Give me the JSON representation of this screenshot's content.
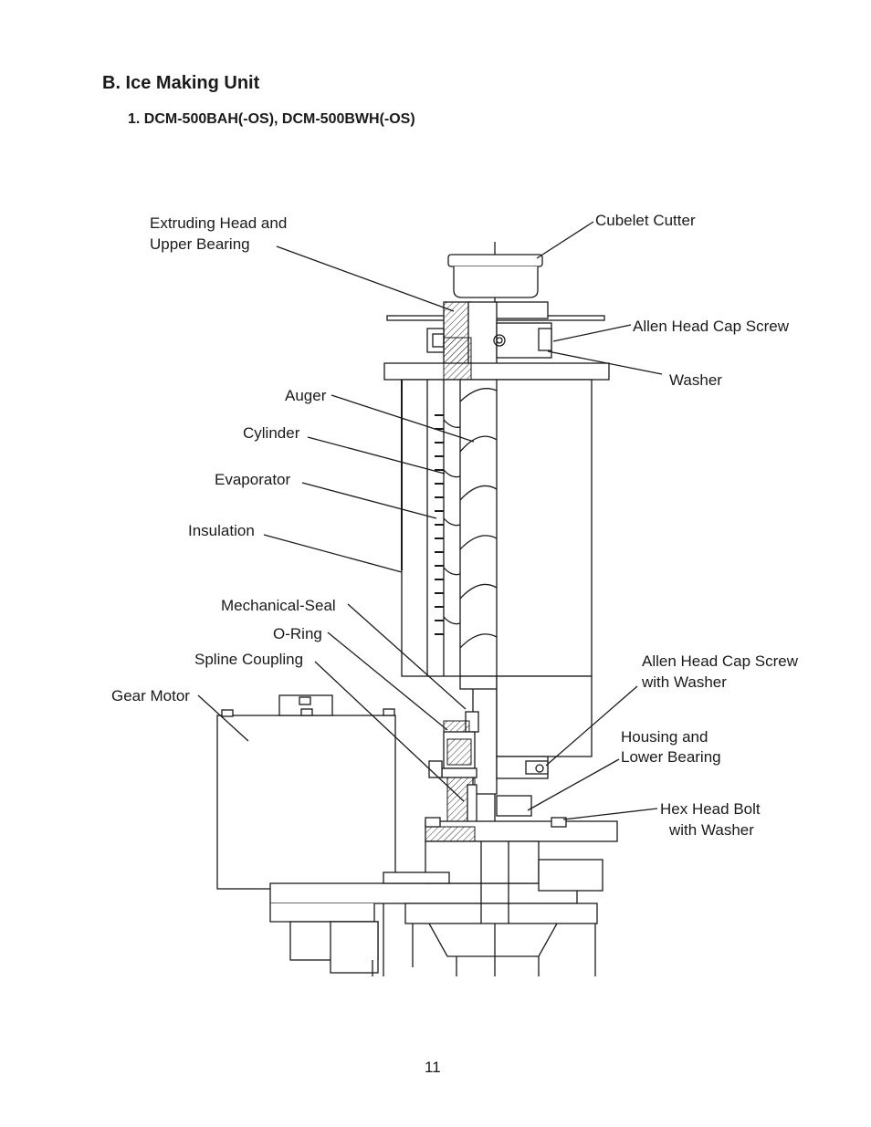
{
  "heading": "B. Ice Making Unit",
  "subheading": "1. DCM-500BAH(-OS), DCM-500BWH(-OS)",
  "page_number": "11",
  "labels": {
    "extruding_head_1": "Extruding Head and",
    "extruding_head_2": "Upper Bearing",
    "cubelet_cutter": "Cubelet Cutter",
    "allen_head_cap_screw": "Allen Head Cap Screw",
    "washer": "Washer",
    "auger": "Auger",
    "cylinder": "Cylinder",
    "evaporator": "Evaporator",
    "insulation": "Insulation",
    "mechanical_seal": "Mechanical-Seal",
    "o_ring": "O-Ring",
    "spline_coupling": "Spline Coupling",
    "gear_motor": "Gear Motor",
    "allen_screw_washer_1": "Allen Head Cap Screw",
    "allen_screw_washer_2": "with Washer",
    "housing_1": "Housing and",
    "housing_2": "Lower Bearing",
    "hex_bolt_1": "Hex Head Bolt",
    "hex_bolt_2": "with Washer"
  }
}
